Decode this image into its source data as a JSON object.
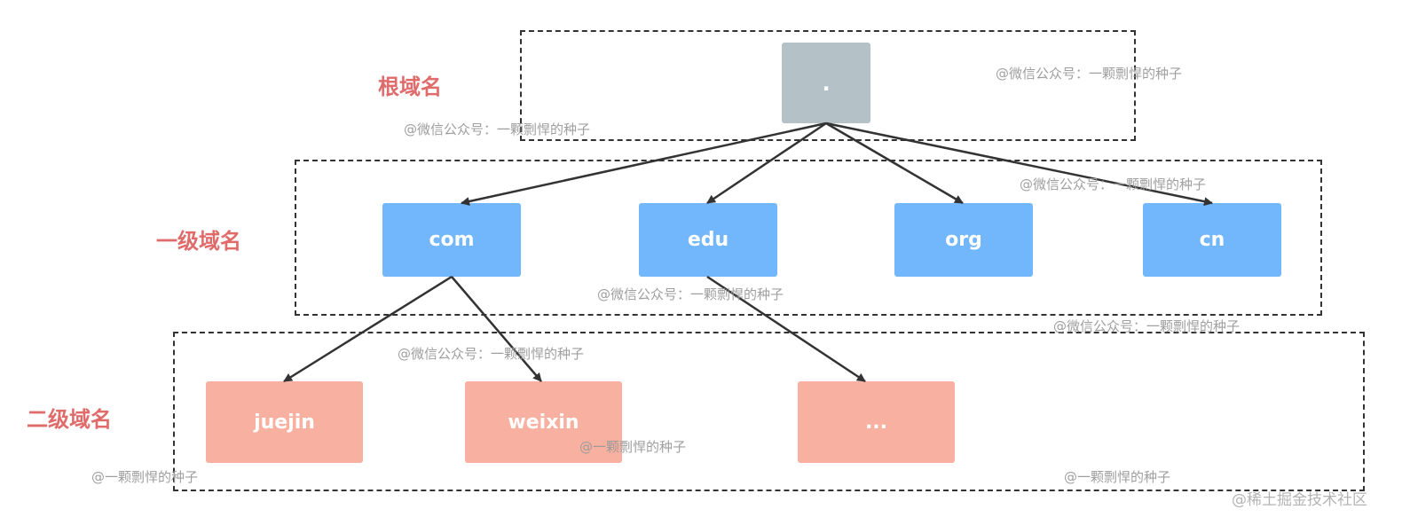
{
  "diagram": {
    "levels": {
      "root": "根域名",
      "first": "一级域名",
      "second": "二级域名"
    },
    "nodes": {
      "root": ".",
      "com": "com",
      "edu": "edu",
      "org": "org",
      "cn": "cn",
      "juejin": "juejin",
      "weixin": "weixin",
      "more": "..."
    },
    "watermarks": {
      "wm1": "@微信公众号：一颗剽悍的种子",
      "wm2": "@微信公众号：一颗剽悍的种子",
      "wm3": "@微信公众号：一颗剽悍的种子",
      "wm4": "@微信公众号：一颗剽悍的种子",
      "wm5": "@微信公众号：一颗剽悍的种子",
      "wm6": "@微信公众号：一颗剽悍的种子",
      "wm7": "@一颗剽悍的种子",
      "wm8": "@一颗剽悍的种子",
      "wm9": "@一颗剽悍的种子",
      "brand": "@稀土掘金技术社区"
    },
    "colors": {
      "root_node": "#b4c1c6",
      "level1_node": "#72b6fc",
      "level2_node": "#f8b0a0",
      "label_text": "#e06b6b",
      "arrow": "#333333",
      "dashed_border": "#333333"
    }
  }
}
